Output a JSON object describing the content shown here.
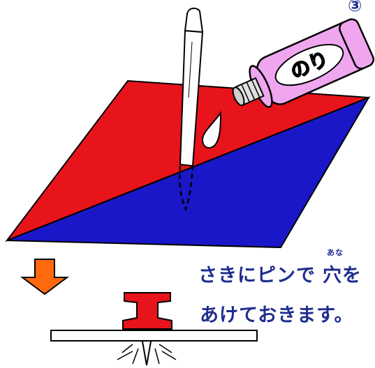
{
  "step_number": "③",
  "glue_label": "のり",
  "caption": {
    "line1_main": "さきにピンで",
    "kanji": "穴",
    "kanji_reading": "あな",
    "kanji_suffix": "を",
    "line2": "あけておきます。"
  },
  "colors": {
    "paper_top": "#e8141b",
    "paper_bottom": "#1a17c9",
    "glue_bottle": "#efa6ef",
    "arrow": "#ff6a0f",
    "pin_head": "#e8141b",
    "text": "#1f2d8f"
  }
}
